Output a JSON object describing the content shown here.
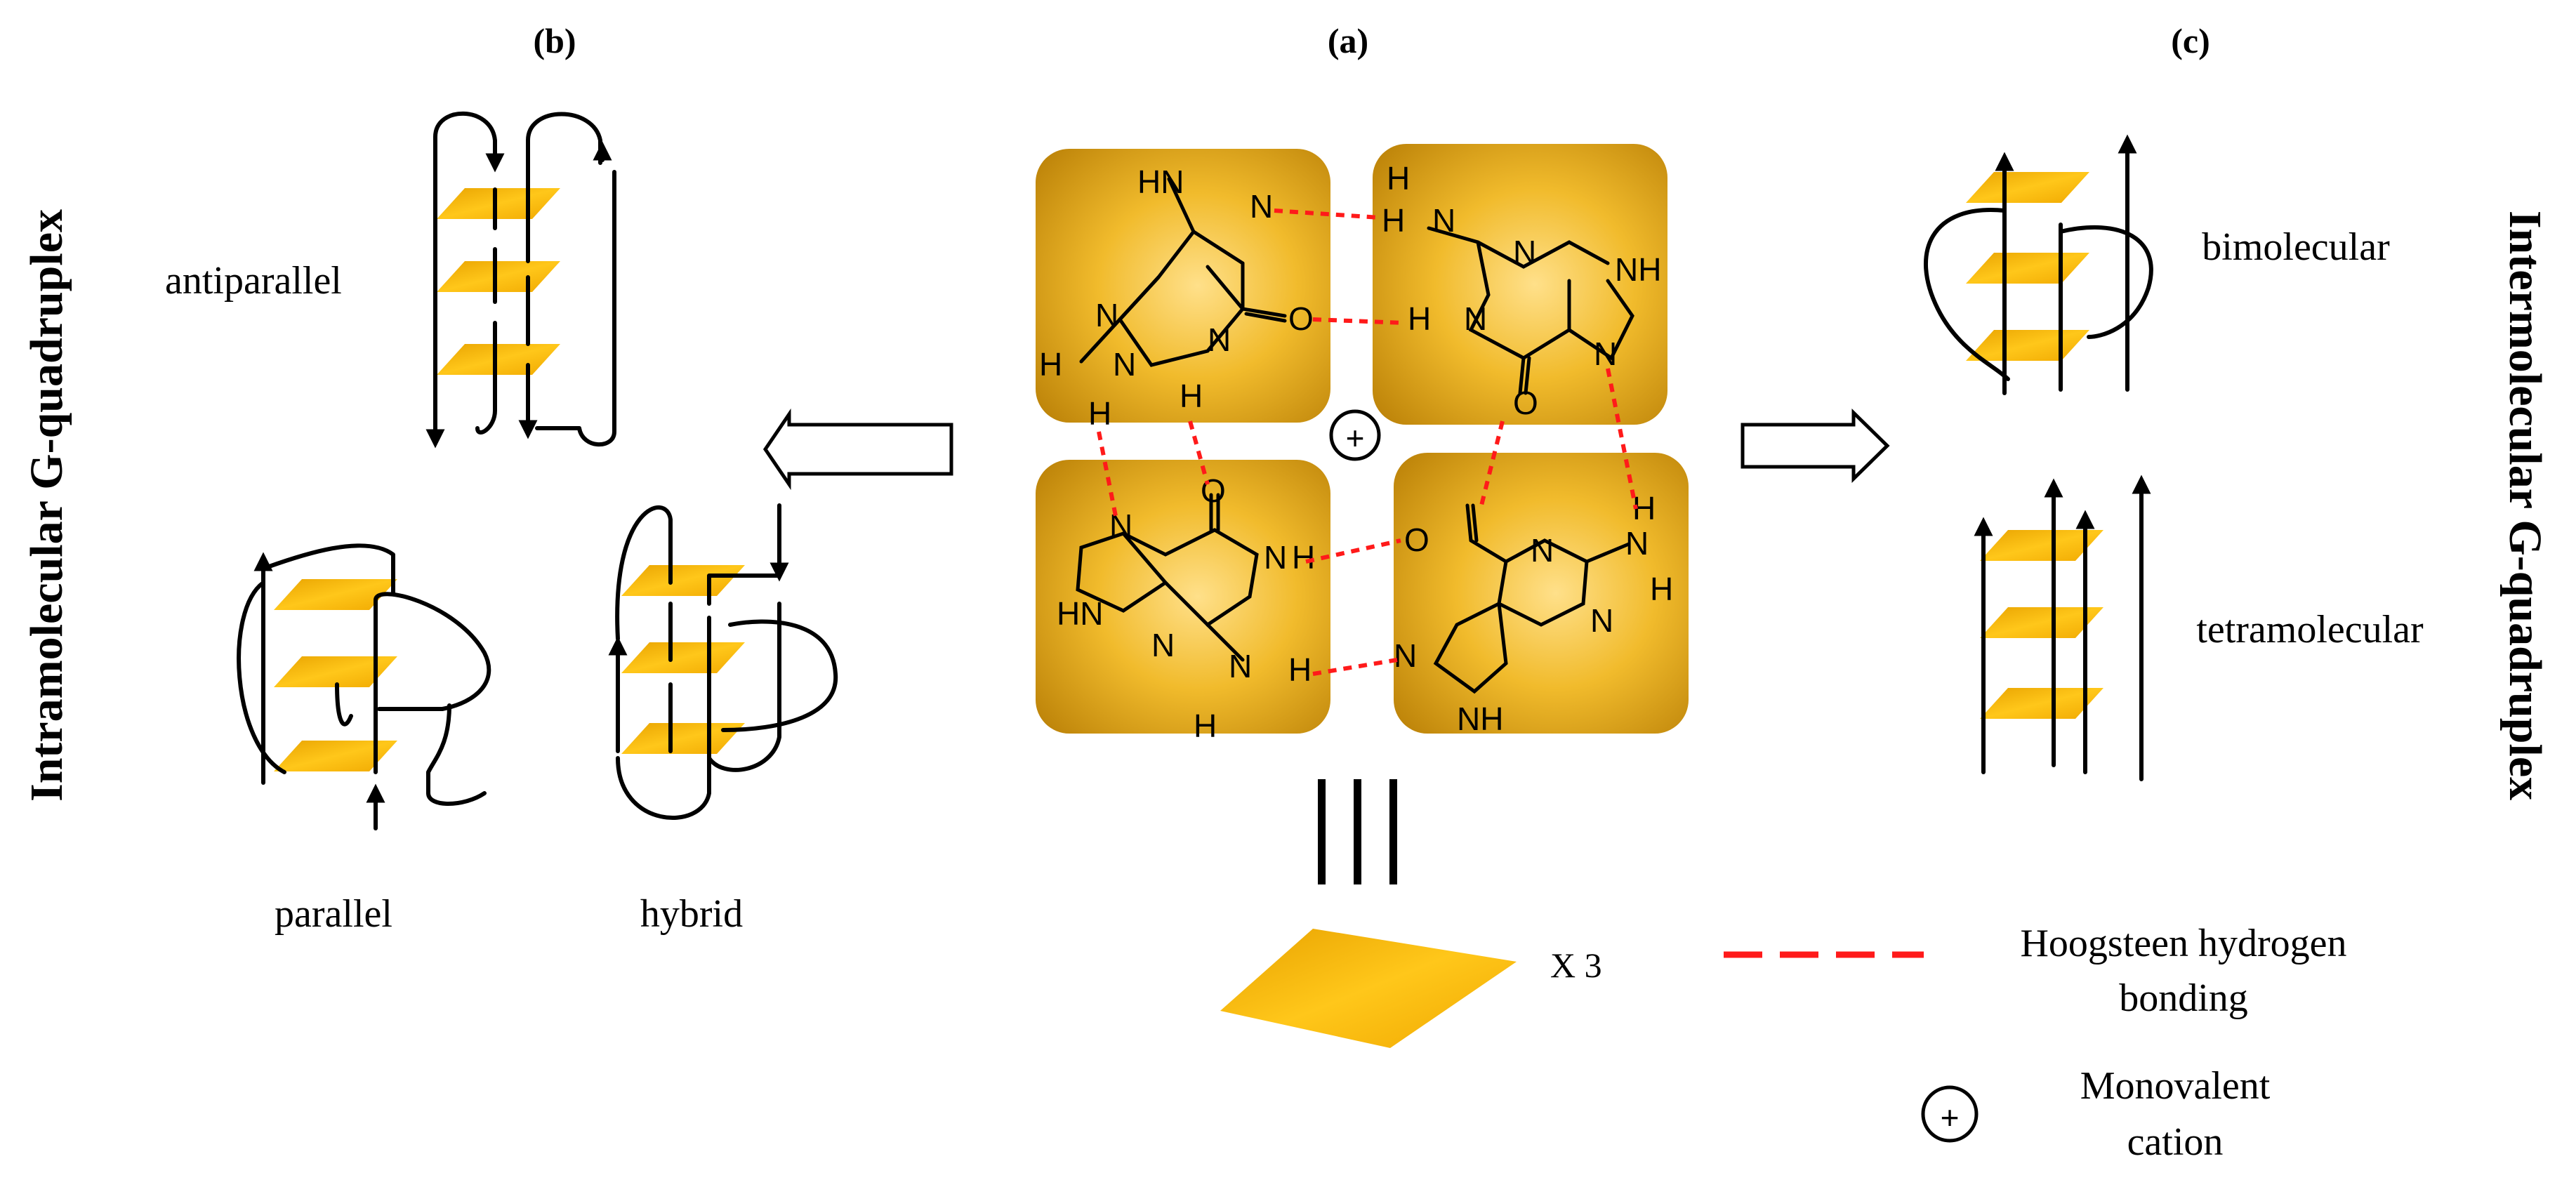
{
  "panels": {
    "a": "(a)",
    "b": "(b)",
    "c": "(c)"
  },
  "side_titles": {
    "left": "Intramolecular G-quadruplex",
    "right": "Intermolecular G-quadruplex"
  },
  "structures": {
    "antiparallel": "antiparallel",
    "parallel": "parallel",
    "hybrid": "hybrid",
    "bimolecular": "bimolecular",
    "tetramolecular": "tetramolecular"
  },
  "tetrad_multiplier": "X 3",
  "legend": {
    "hoogsteen_line1": "Hoogsteen hydrogen",
    "hoogsteen_line2": "bonding",
    "cation_line1": "Monovalent",
    "cation_line2": "cation",
    "cation_symbol": "+"
  },
  "atoms": {
    "N": "N",
    "H": "H",
    "O": "O",
    "NH": "NH",
    "HN": "HN"
  },
  "colors": {
    "tetrad_plate": "#f5b800",
    "base_square": "#d99a10",
    "hbond": "#ff1a1a"
  }
}
